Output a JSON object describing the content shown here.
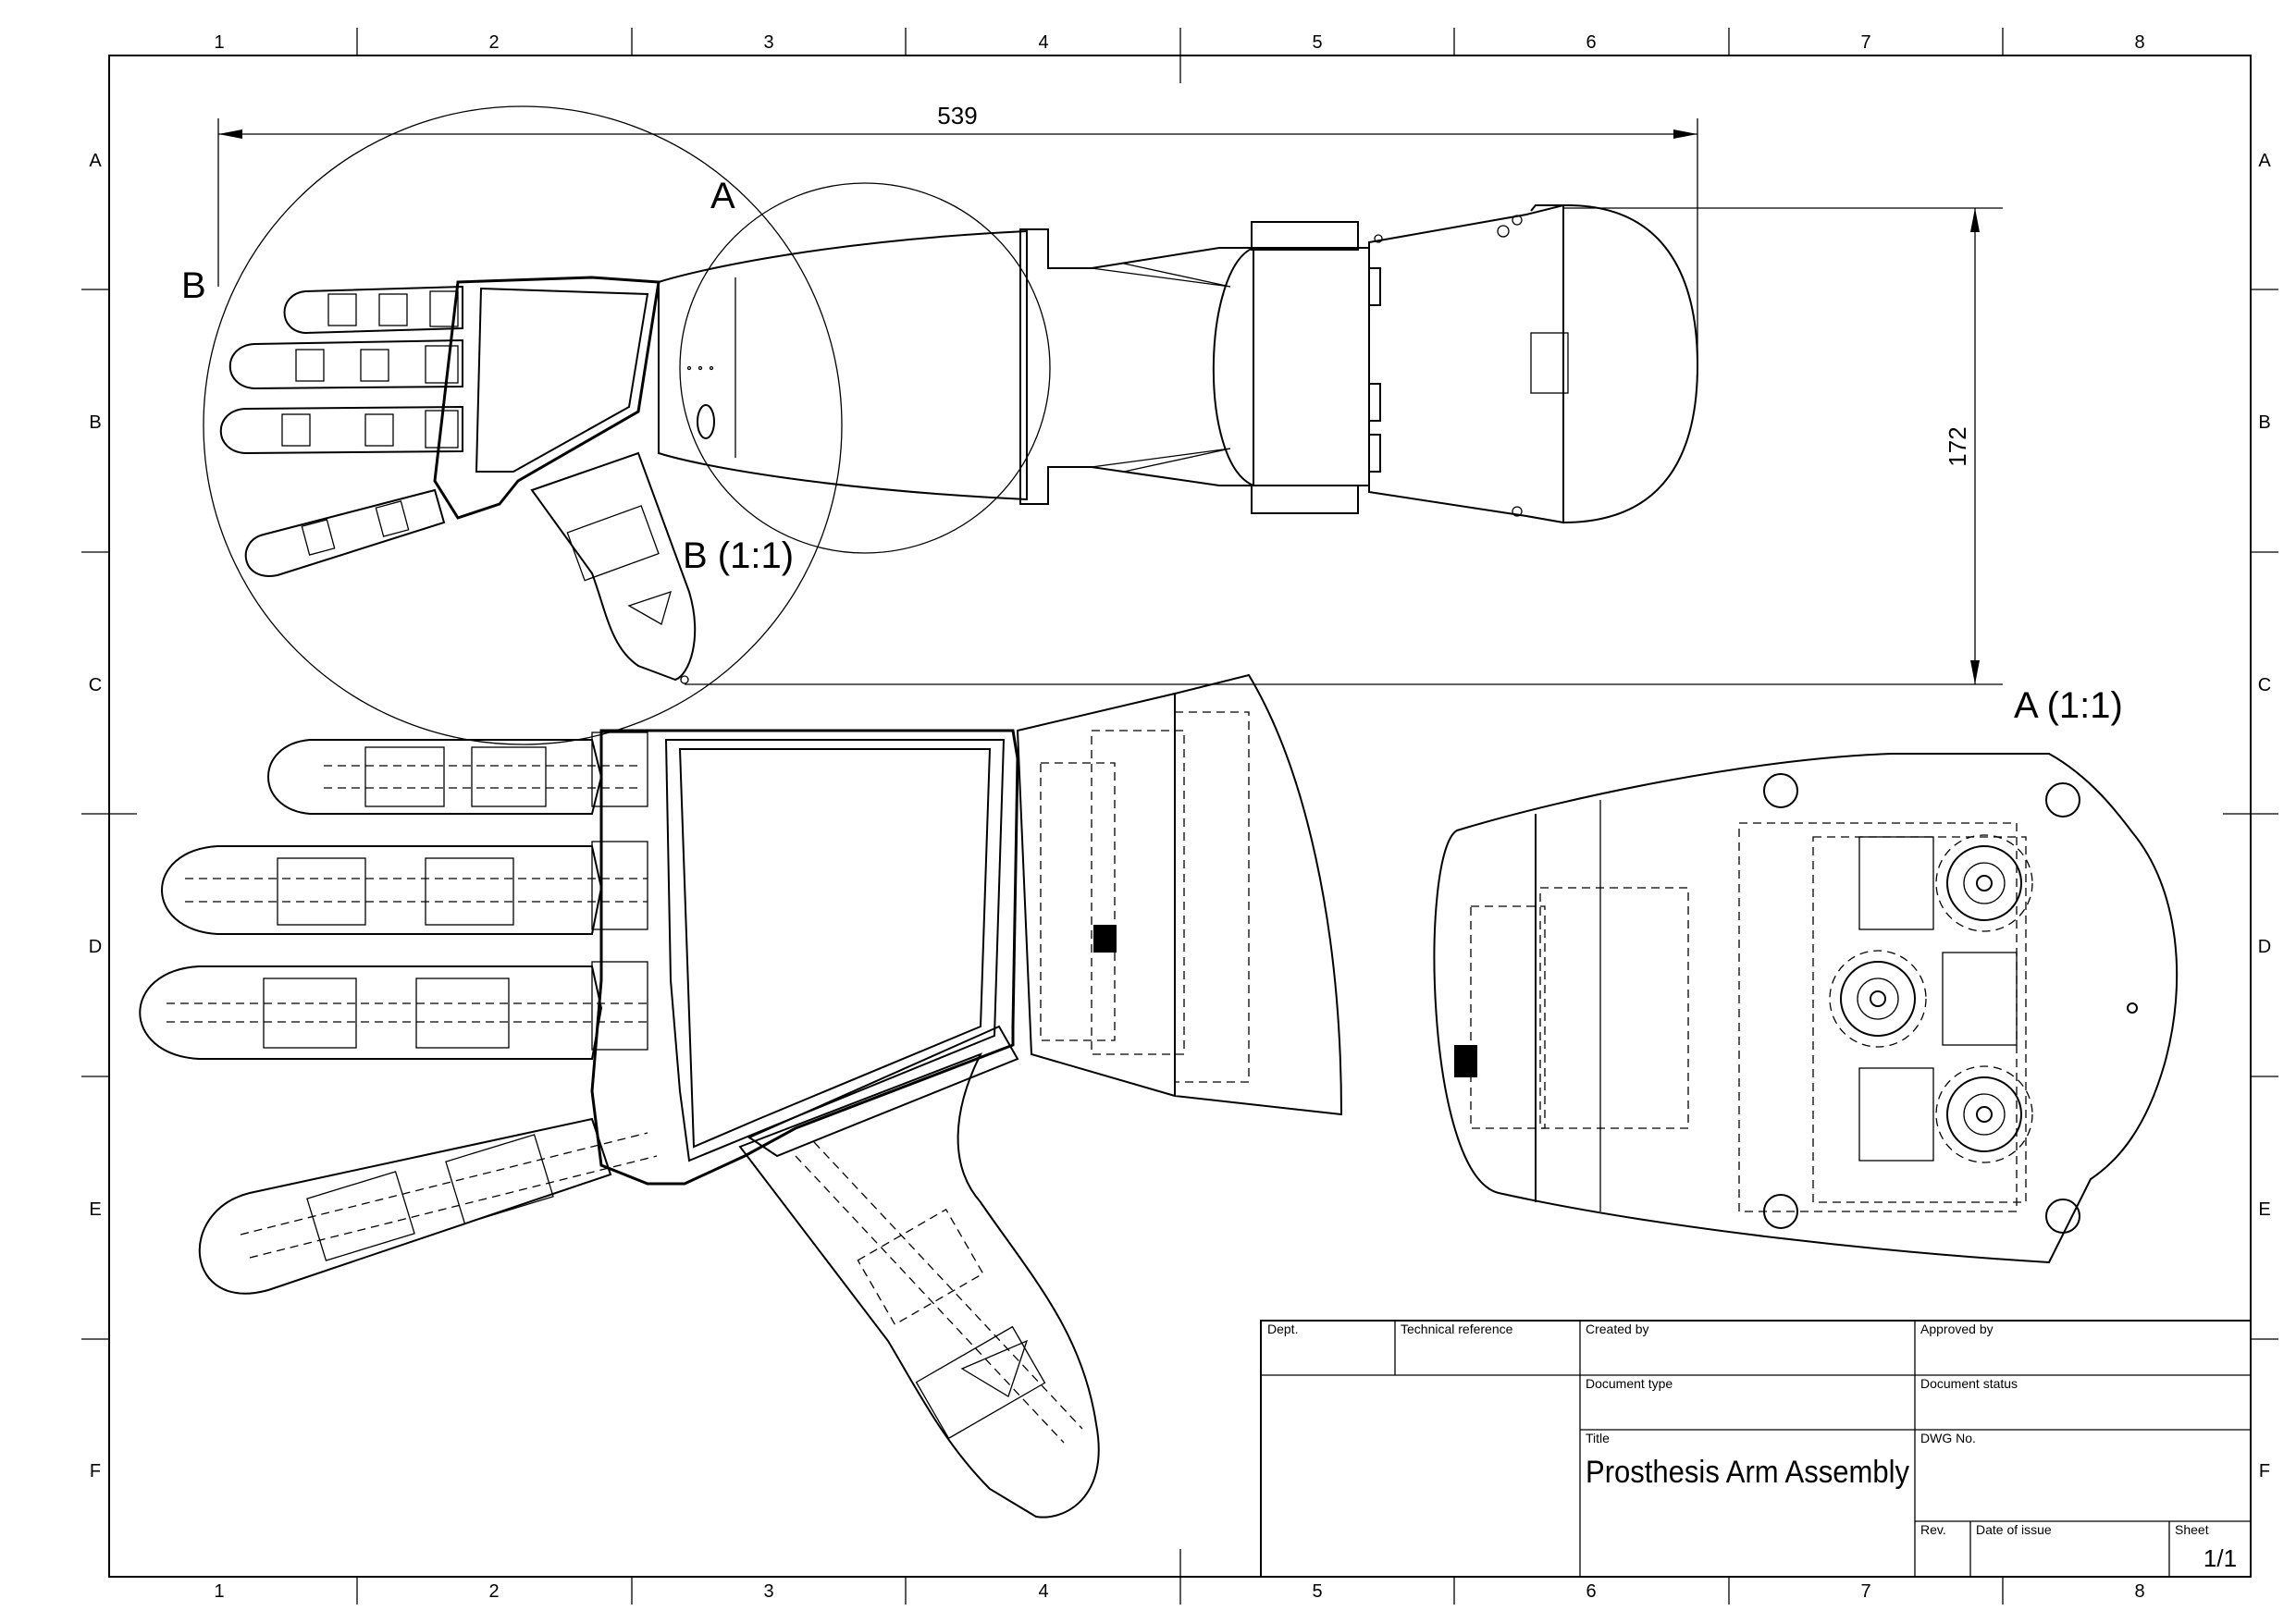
{
  "drawing": {
    "grid_columns": [
      "1",
      "2",
      "3",
      "4",
      "5",
      "6",
      "7",
      "8"
    ],
    "grid_rows": [
      "A",
      "B",
      "C",
      "D",
      "E",
      "F"
    ],
    "dimensions": {
      "length": "539",
      "height": "172"
    },
    "labels": {
      "detail_a": "A",
      "detail_b": "B",
      "view_a": "A (1:1)",
      "view_b": "B (1:1)"
    }
  },
  "title_block": {
    "dept_label": "Dept.",
    "technical_reference_label": "Technical reference",
    "created_by_label": "Created by",
    "approved_by_label": "Approved by",
    "document_type_label": "Document type",
    "document_status_label": "Document status",
    "title_label": "Title",
    "title": "Prosthesis Arm Assembly",
    "dwg_no_label": "DWG No.",
    "rev_label": "Rev.",
    "date_of_issue_label": "Date of issue",
    "sheet_label": "Sheet",
    "sheet": "1/1"
  }
}
